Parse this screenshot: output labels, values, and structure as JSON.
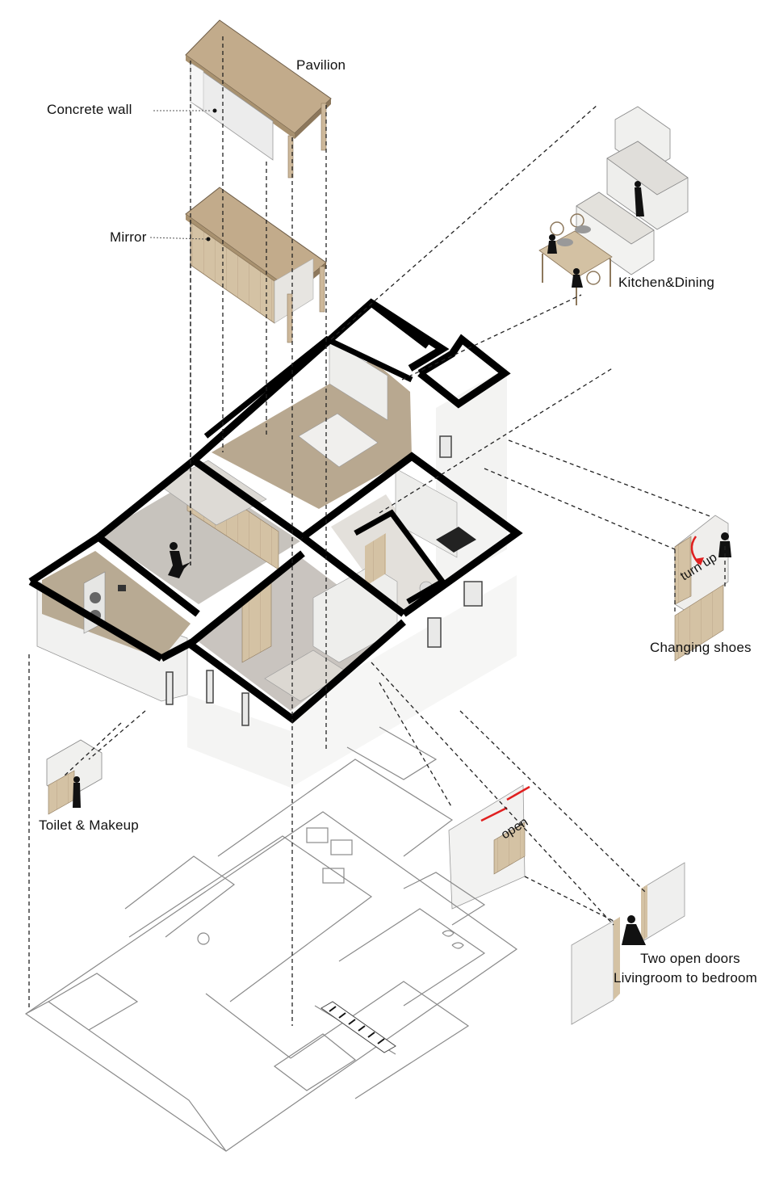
{
  "labels": {
    "pavilion": "Pavilion",
    "concrete_wall": "Concrete wall",
    "mirror": "Mirror",
    "kitchen_dining": "Kitchen&Dining",
    "changing_shoes": "Changing shoes",
    "toilet_makeup": "Toilet & Makeup",
    "two_open_doors": "Two open doors",
    "livingroom_to_bedroom": "Livingroom to bedroom",
    "turn_up": "turn up",
    "open": "open"
  },
  "colors": {
    "wall": "#000000",
    "wood": "#c9b497",
    "wood_light": "#dccbb0",
    "panel": "#e8e6e3",
    "floor": "#9a8a75",
    "accent": "#e02020"
  }
}
